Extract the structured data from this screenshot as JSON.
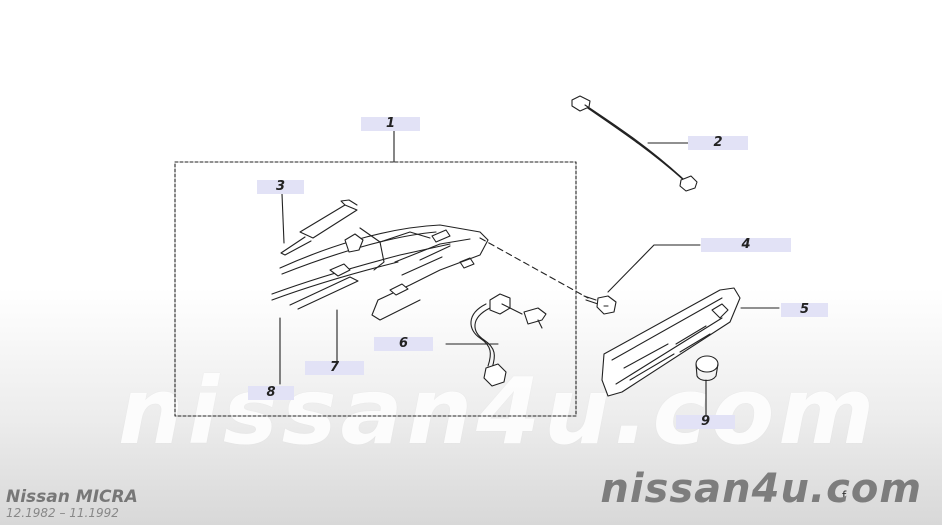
{
  "watermark": "nissan4u.com",
  "brand": "nissan4u.com",
  "model": {
    "name": "Nissan MICRA",
    "years": "12.1982 – 11.1992"
  },
  "corner_mark": "f",
  "callouts": [
    "1",
    "2",
    "3",
    "4",
    "5",
    "6",
    "7",
    "8",
    "9"
  ],
  "colors": {
    "callout_bg": "#e2e2f6",
    "line": "#222222",
    "brand": "#7d7d7d"
  }
}
